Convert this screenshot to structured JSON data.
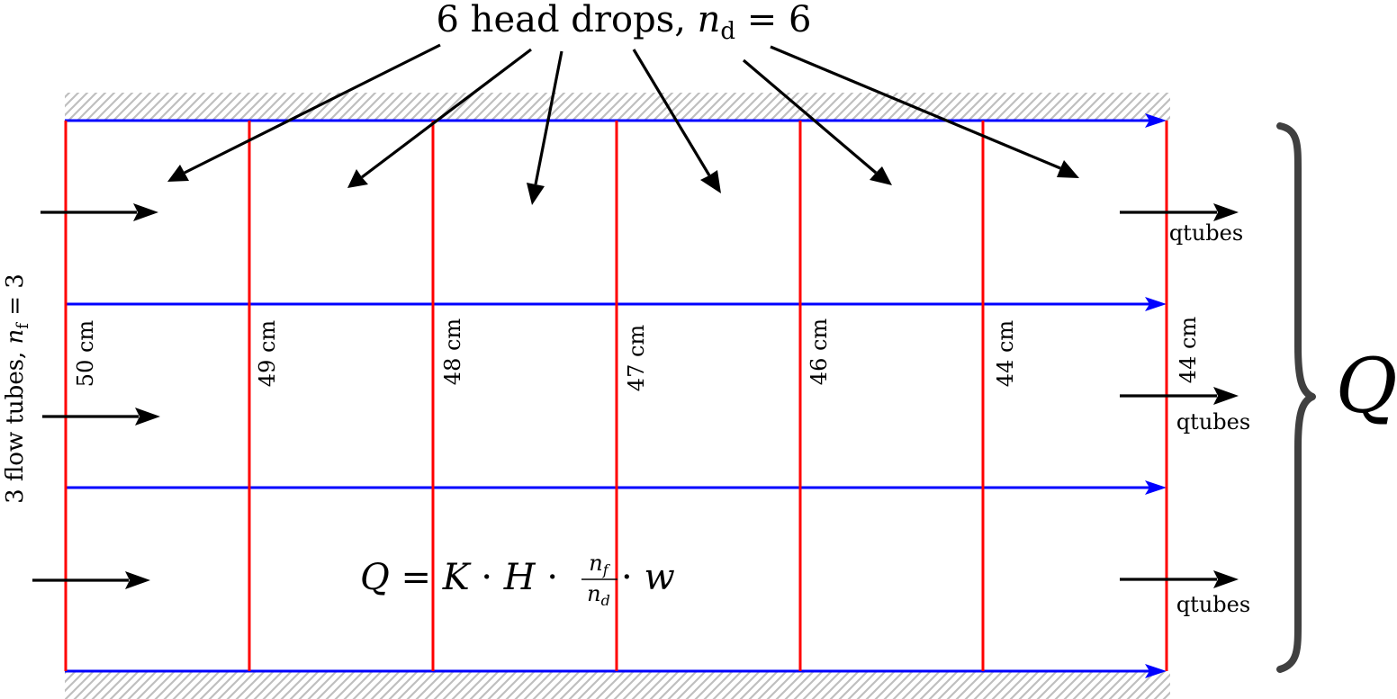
{
  "title": {
    "prefix": "6 head drops, ",
    "var": "n",
    "sub": "d",
    "suffix": " = 6"
  },
  "side_label": {
    "prefix": "3 flow tubes, ",
    "var": "n",
    "sub": "f",
    "suffix": " = 3"
  },
  "equipotential_labels": [
    "50 cm",
    "49 cm",
    "48 cm",
    "47 cm",
    "46 cm",
    "44 cm",
    "44 cm"
  ],
  "outflow_labels": [
    "qtubes",
    "qtubes",
    "qtubes"
  ],
  "equation": {
    "lhs": "Q",
    "eq": " = ",
    "k": "K",
    "dot": " · ",
    "h": "H",
    "num_var": "n",
    "num_sub": "f",
    "den_var": "n",
    "den_sub": "d",
    "w": "w"
  },
  "total_flow_label": "Q",
  "colors": {
    "flow_lines": "#0000ff",
    "equipotential_lines": "#ff0000",
    "arrows": "#000000",
    "hatch": "#bfbfbf",
    "brace": "#404040"
  }
}
